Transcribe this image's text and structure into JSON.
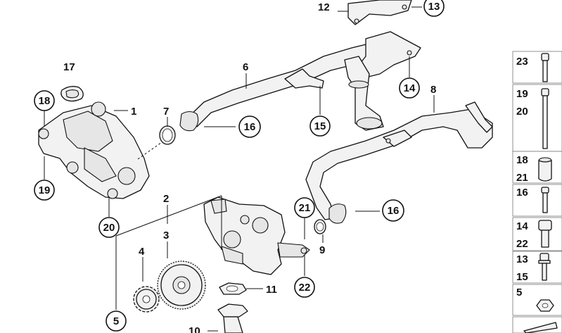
{
  "callouts": {
    "c1": "1",
    "c2": "2",
    "c3": "3",
    "c4": "4",
    "c5": "5",
    "c6": "6",
    "c7": "7",
    "c8": "8",
    "c9": "9",
    "c10": "10",
    "c11": "11",
    "c12": "12",
    "c13": "13",
    "c14": "14",
    "c15": "15",
    "c16a": "16",
    "c16b": "16",
    "c17": "17",
    "c18": "18",
    "c19": "19",
    "c20": "20",
    "c21": "21",
    "c22": "22"
  },
  "legend": [
    {
      "labels": [
        "23"
      ],
      "icon": "long-bolt-icon"
    },
    {
      "labels": [
        "19",
        "20"
      ],
      "icon": "long-stud-bolt-icon"
    },
    {
      "labels": [
        "18",
        "21"
      ],
      "icon": "sleeve-icon"
    },
    {
      "labels": [
        "16"
      ],
      "icon": "short-bolt-icon"
    },
    {
      "labels": [
        "14",
        "22"
      ],
      "icon": "collar-bolt-icon"
    },
    {
      "labels": [
        "13",
        "15"
      ],
      "icon": "flange-bolt-icon"
    },
    {
      "labels": [
        "5"
      ],
      "icon": "hex-nut-icon"
    },
    {
      "labels": [],
      "icon": "wedge-icon"
    }
  ]
}
